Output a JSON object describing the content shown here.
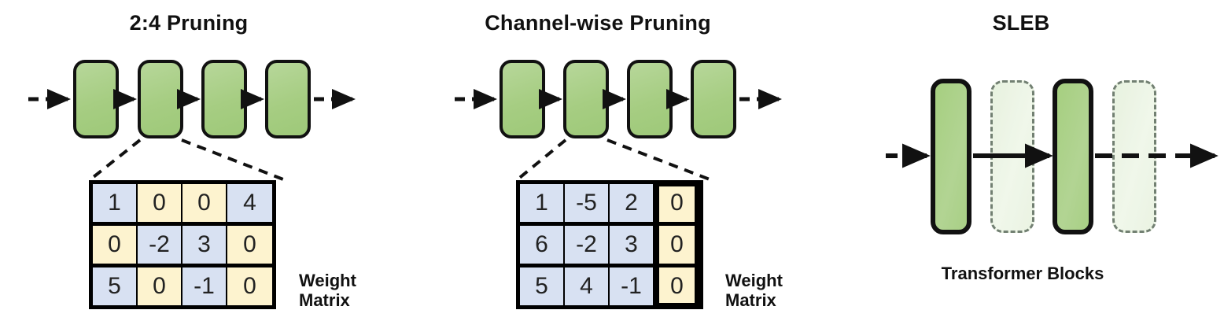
{
  "figure": {
    "panels": [
      {
        "id": "two-four-pruning",
        "title": "2:4 Pruning",
        "blocks": [
          "block-1",
          "block-2",
          "block-3",
          "block-4"
        ],
        "matrix_label_line1": "Weight",
        "matrix_label_line2": "Matrix",
        "matrix": {
          "rows": 3,
          "cols": 4,
          "values": [
            [
              "1",
              "0",
              "0",
              "4"
            ],
            [
              "0",
              "-2",
              "3",
              "0"
            ],
            [
              "5",
              "0",
              "-1",
              "0"
            ]
          ],
          "cell_kinds": [
            [
              "kept",
              "pruned",
              "pruned",
              "kept"
            ],
            [
              "pruned",
              "kept",
              "kept",
              "pruned"
            ],
            [
              "kept",
              "pruned",
              "kept",
              "pruned"
            ]
          ]
        }
      },
      {
        "id": "channel-wise-pruning",
        "title": "Channel-wise Pruning",
        "blocks": [
          "block-1",
          "block-2",
          "block-3",
          "block-4"
        ],
        "matrix_label_line1": "Weight",
        "matrix_label_line2": "Matrix",
        "matrix": {
          "rows": 3,
          "cols": 4,
          "values": [
            [
              "1",
              "-5",
              "2",
              "0"
            ],
            [
              "6",
              "-2",
              "3",
              "0"
            ],
            [
              "5",
              "4",
              "-1",
              "0"
            ]
          ],
          "cell_kinds": [
            [
              "kept",
              "kept",
              "kept",
              "pruned"
            ],
            [
              "kept",
              "kept",
              "kept",
              "pruned"
            ],
            [
              "kept",
              "kept",
              "kept",
              "pruned"
            ]
          ],
          "highlighted_column_index": 3
        }
      },
      {
        "id": "sleb",
        "title": "SLEB",
        "caption": "Transformer Blocks",
        "blocks": [
          {
            "name": "block-1",
            "state": "kept"
          },
          {
            "name": "block-2",
            "state": "removed"
          },
          {
            "name": "block-3",
            "state": "kept"
          },
          {
            "name": "block-4",
            "state": "removed"
          }
        ]
      }
    ]
  },
  "colors": {
    "block_green": "#a6cd82",
    "block_ghost_green": "#e8f3e0",
    "cell_kept_blue": "#d8e1f2",
    "cell_pruned_yellow": "#fdf3cf",
    "outline_black": "#111111",
    "background": "#ffffff"
  }
}
